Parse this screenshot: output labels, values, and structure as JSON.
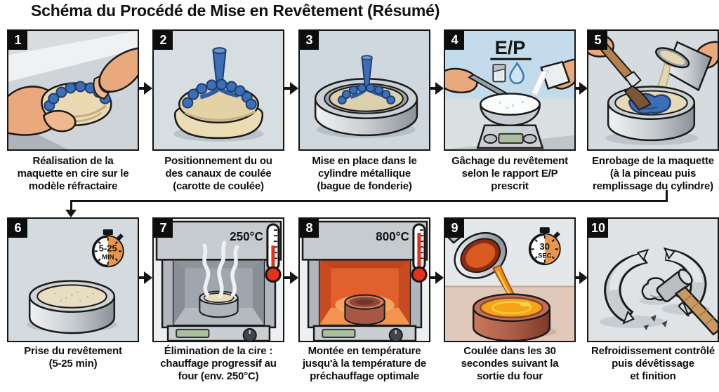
{
  "title": "Schéma du Procédé de Mise en Revêtement (Résumé)",
  "steps": [
    {
      "number": "1",
      "caption": "Réalisation de la\nmaquette en cire sur le\nmodèle réfractaire"
    },
    {
      "number": "2",
      "caption": "Positionnement du ou\ndes canaux de coulée\n(carotte de coulée)"
    },
    {
      "number": "3",
      "caption": "Mise en place dans le\ncylindre métallique\n(bague de fonderie)"
    },
    {
      "number": "4",
      "caption": "Gâchage du revêtement\nselon le rapport E/P\nprescrit",
      "annotation": "E/P"
    },
    {
      "number": "5",
      "caption": "Enrobage de la maquette\n(à la pinceau puis\nremplissage du cylindre)"
    },
    {
      "number": "6",
      "caption": "Prise du revêtement\n(5-25 min)",
      "timer": {
        "value": "5-25",
        "unit": "MIN"
      }
    },
    {
      "number": "7",
      "caption": "Élimination de la cire :\nchauffage progressif au\nfour (env. 250°C)",
      "temperature": "250°C"
    },
    {
      "number": "8",
      "caption": "Montée en température\njusqu'à la température de\npréchauffage optimale",
      "temperature": "800°C"
    },
    {
      "number": "9",
      "caption": "Coulée dans les 30\nsecondes suivant la\nsortie du four",
      "timer": {
        "value": "30",
        "unit": "SEC"
      }
    },
    {
      "number": "10",
      "caption": "Refroidissement contrôlé\npuis dévêtissage\net finition"
    }
  ],
  "colors": {
    "badge_bg": "#0d0d0d",
    "accent_blue": "#3e6eb6",
    "timer_orange": "#e8954d",
    "thermometer_red": "#e5301e",
    "molten_orange": "#f6a21b",
    "investment_beige": "#e7dcbd"
  }
}
